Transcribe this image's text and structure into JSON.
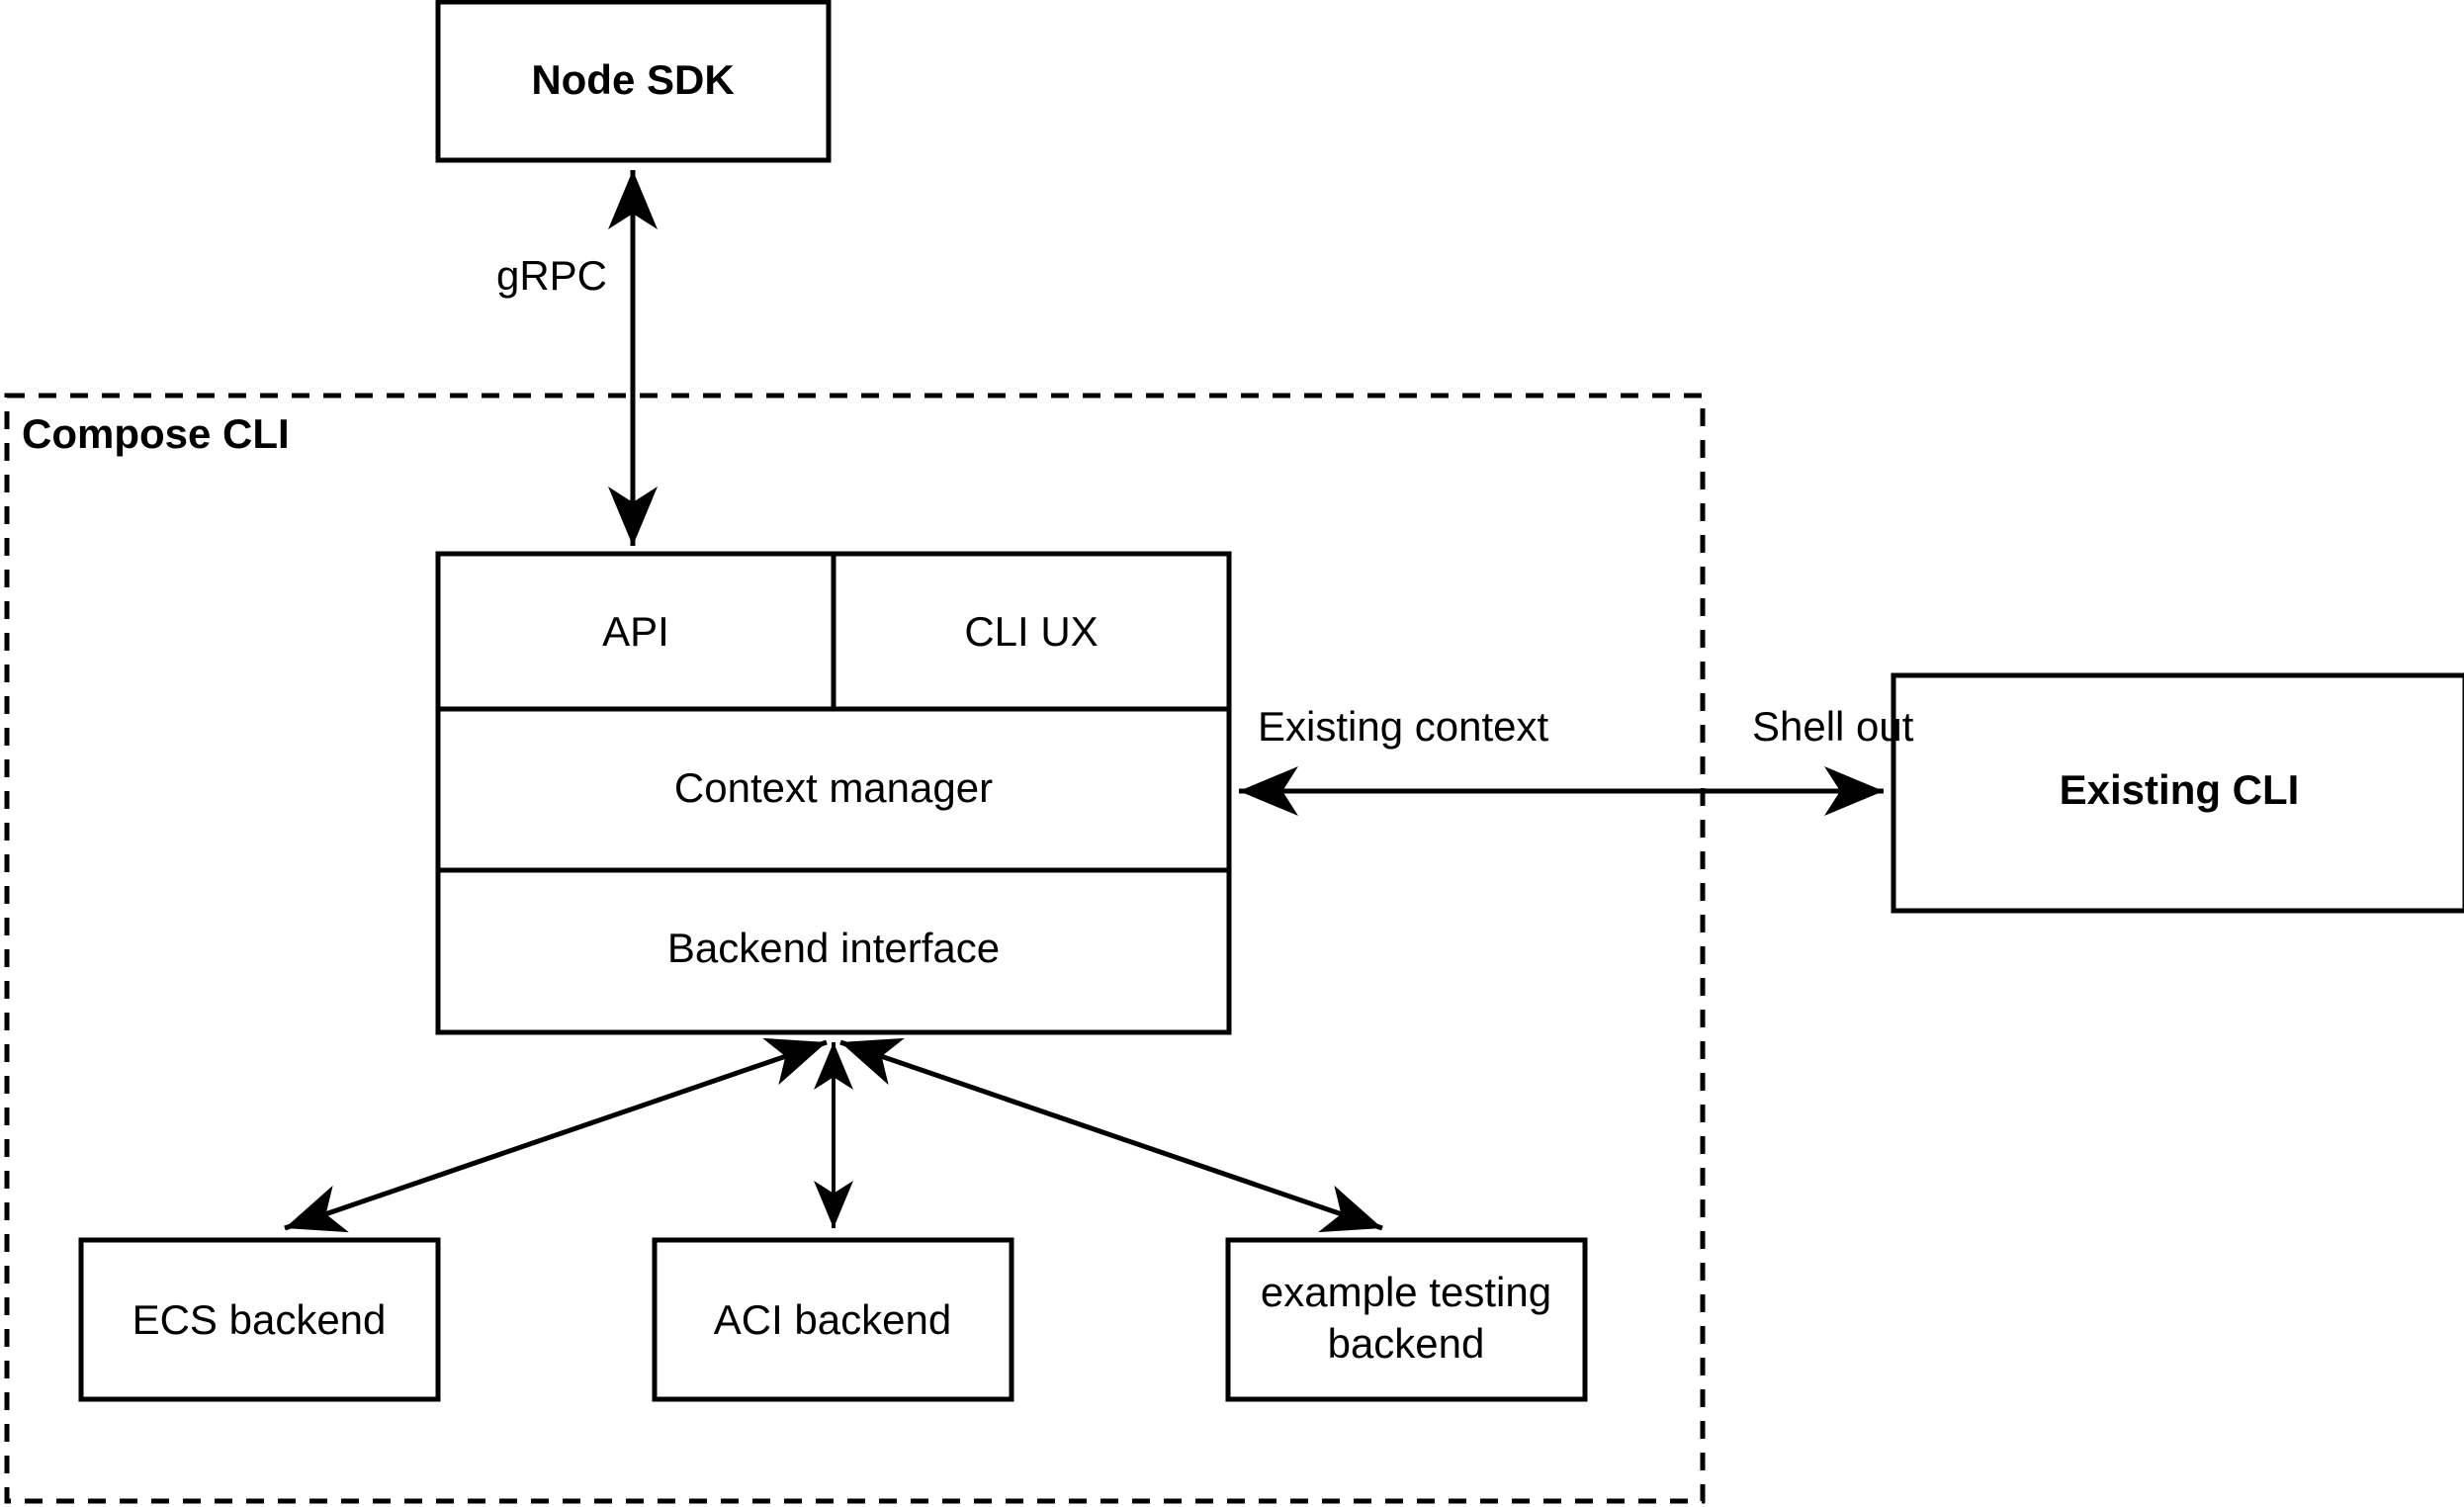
{
  "diagram": {
    "title_group": "Compose CLI",
    "nodes": {
      "node_sdk": {
        "label": "Node SDK",
        "bold": true
      },
      "api": {
        "label": "API",
        "bold": false
      },
      "cli_ux": {
        "label": "CLI UX",
        "bold": false
      },
      "context_manager": {
        "label": "Context manager",
        "bold": false
      },
      "backend_interface": {
        "label": "Backend interface",
        "bold": false
      },
      "existing_cli": {
        "label": "Existing CLI",
        "bold": true
      },
      "ecs_backend": {
        "label": "ECS backend",
        "bold": false
      },
      "aci_backend": {
        "label": "ACI backend",
        "bold": false
      },
      "example_testing_backend_line1": "example testing",
      "example_testing_backend_line2": "backend"
    },
    "edges": {
      "grpc": "gRPC",
      "existing_context": "Existing context",
      "shell_out": "Shell out"
    },
    "colors": {
      "stroke": "#000000",
      "fill": "#ffffff",
      "text": "#000000"
    }
  }
}
